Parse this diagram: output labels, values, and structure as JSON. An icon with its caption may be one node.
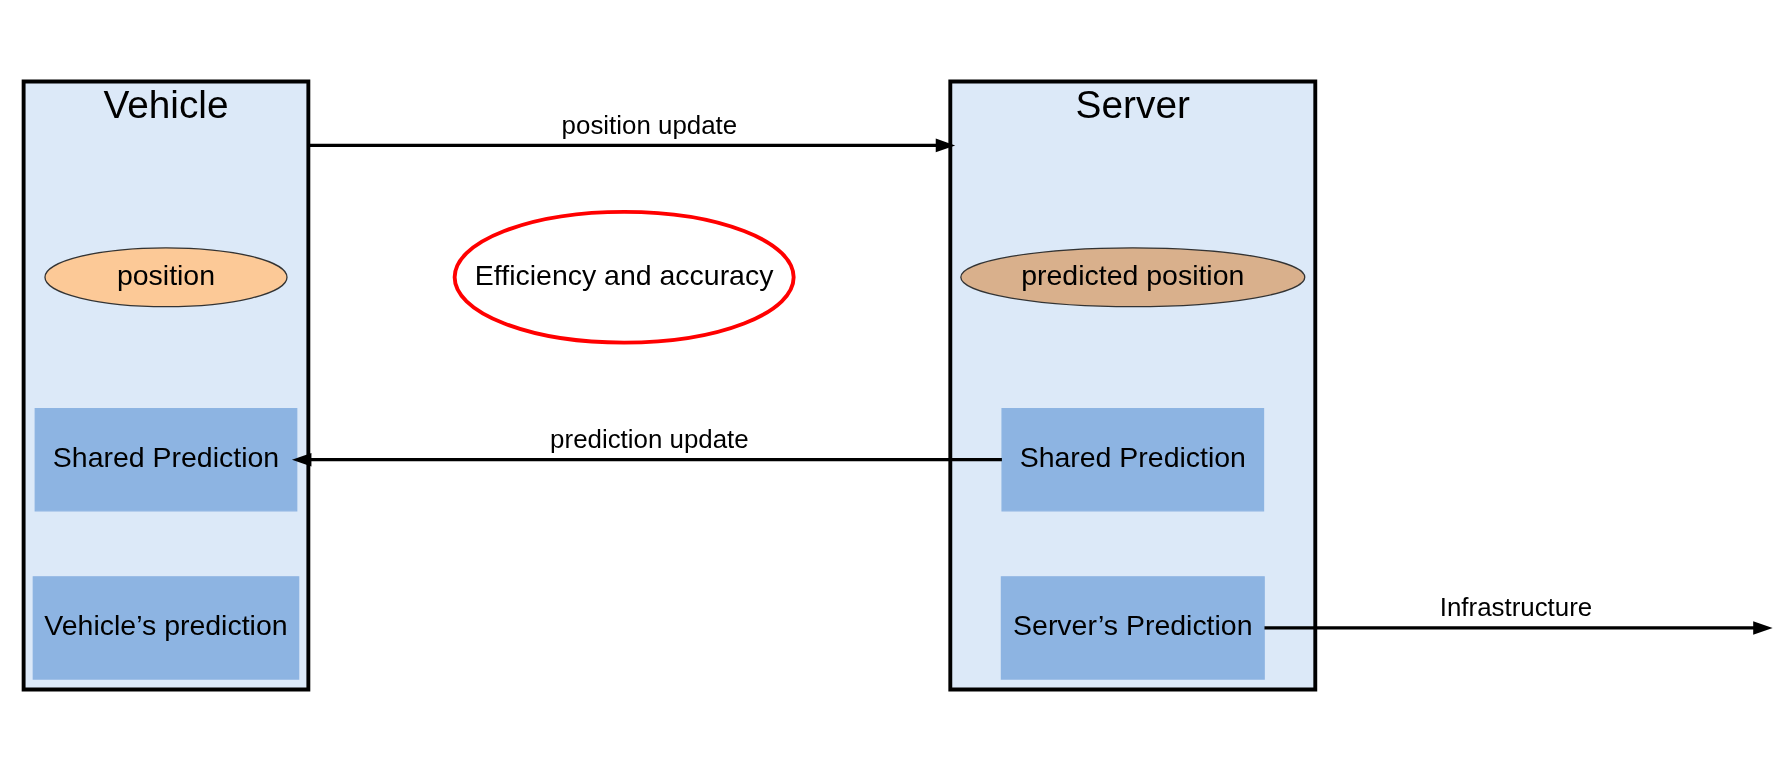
{
  "diagram": {
    "nodes": [
      {
        "text": [
          "Vehicle"
        ]
      },
      {
        "text": [
          "position"
        ],
        "in": 0
      },
      {
        "text": [
          "Shared Prediction"
        ],
        "in": 0
      },
      {
        "text": [
          "Vehicle’s prediction"
        ],
        "in": 0
      },
      {
        "text": [
          "Efficiency and accuracy"
        ]
      },
      {
        "text": [
          "Server"
        ]
      },
      {
        "text": [
          "predicted position"
        ],
        "in": 5
      },
      {
        "text": [
          "Shared Prediction"
        ],
        "in": 5
      },
      {
        "text": [
          "Server’s Prediction"
        ],
        "in": 5
      }
    ],
    "edges": [
      {
        "from": 0,
        "to": 5,
        "arrow": "to",
        "label": "position update"
      },
      {
        "from": 7,
        "to": 2,
        "arrow": "to",
        "label": "prediction update"
      },
      {
        "from": 8,
        "to": null,
        "arrow": "to",
        "label": "Infrastructure"
      }
    ]
  }
}
